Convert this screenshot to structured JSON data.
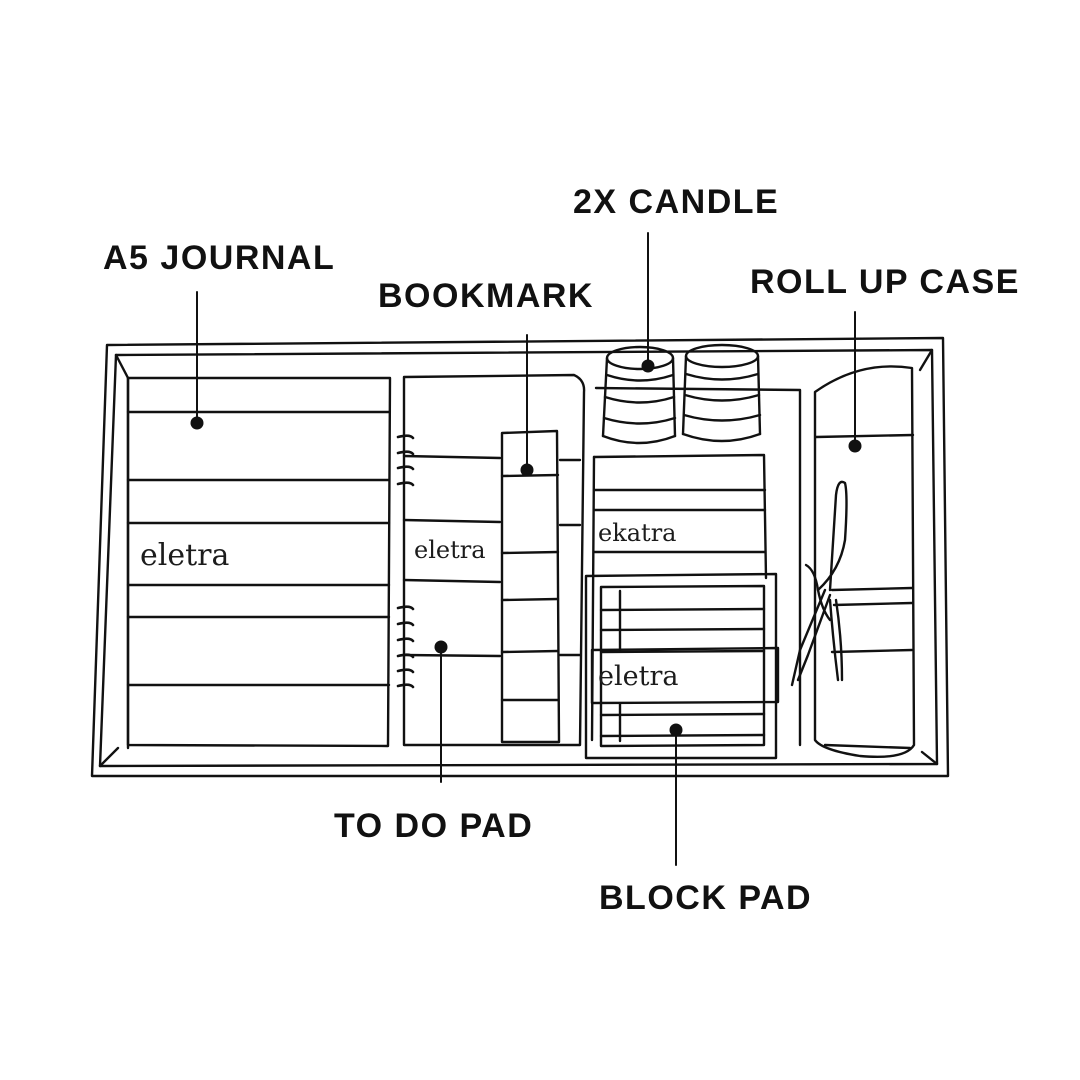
{
  "labels": {
    "candle": "2X CANDLE",
    "journal": "A5 JOURNAL",
    "bookmark": "BOOKMARK",
    "rollup": "ROLL UP CASE",
    "todo": "TO DO PAD",
    "blockpad": "BLOCK PAD"
  },
  "brands": {
    "journal": "eletra",
    "todo": "eletra",
    "middle": "ekatra",
    "blockpad": "eletra"
  },
  "colors": {
    "ink": "#111111",
    "background": "#ffffff"
  }
}
